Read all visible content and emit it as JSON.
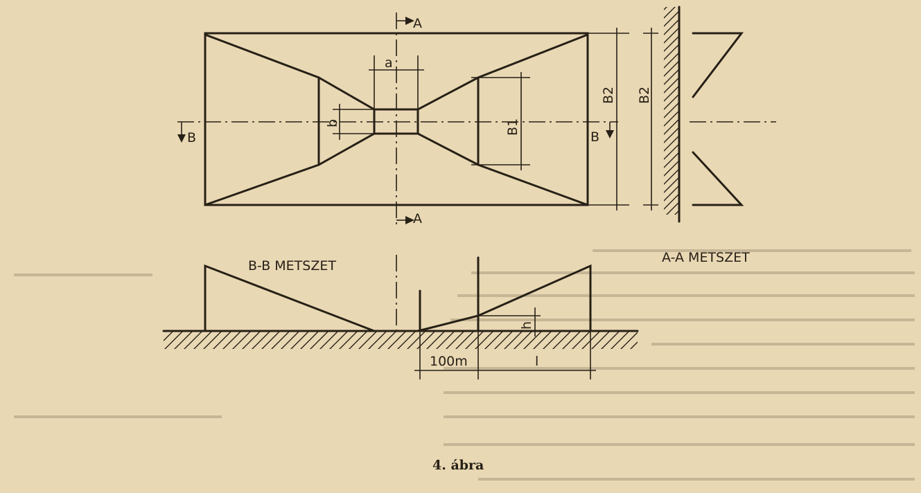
{
  "labels": {
    "section_mark": "A",
    "section_mark_b": "B",
    "dim_a": "a",
    "dim_b": "b",
    "dim_b1": "B1",
    "dim_b2": "B2",
    "section_bb_title": "B-B METSZET",
    "section_aa_title": "A-A METSZET",
    "dim_h": "h",
    "dim_100m": "100m",
    "dim_l": "l"
  },
  "caption": "4. ábra",
  "colors": {
    "paper": "#e9d8b4",
    "ink": "#262016"
  }
}
